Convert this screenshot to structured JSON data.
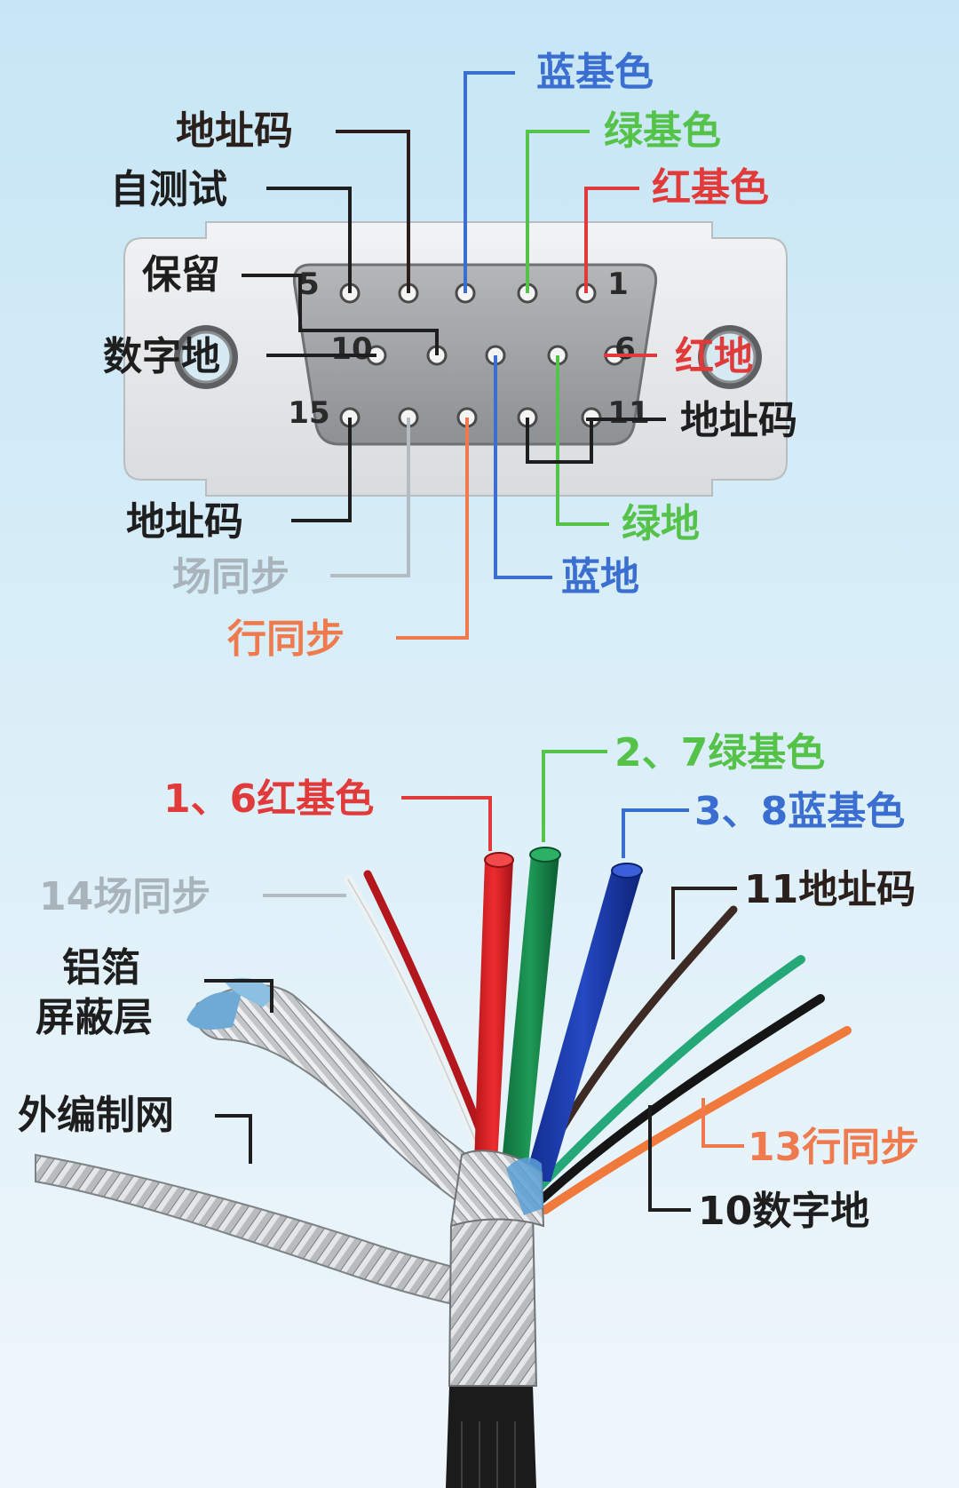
{
  "colors": {
    "black": "#1e1e1e",
    "blue": "#3a6fd1",
    "green": "#55c24a",
    "red": "#e13a3a",
    "gray": "#a8b3bb",
    "orange": "#ef7a4d",
    "brown": "#4a2b22",
    "white_wire": "#e9eef0"
  },
  "connector": {
    "pin_numbers": [
      "5",
      "1",
      "10",
      "6",
      "15",
      "11"
    ]
  },
  "connector_labels": {
    "top_address": "地址码",
    "self_test": "自测试",
    "reserved": "保留",
    "digital_ground": "数字地",
    "blue_base": "蓝基色",
    "green_base": "绿基色",
    "red_base": "红基色",
    "red_ground": "红地",
    "right_address": "地址码",
    "bottom_address": "地址码",
    "vsync": "场同步",
    "hsync": "行同步",
    "green_ground": "绿地",
    "blue_ground": "蓝地"
  },
  "cable_labels": {
    "red_16": "1、6红基色",
    "green_27": "2、7绿基色",
    "blue_38": "3、8蓝基色",
    "vsync_14": "14场同步",
    "foil_line1": "铝箔",
    "foil_line2": "屏蔽层",
    "address_11": "11地址码",
    "braid": "外编制网",
    "hsync_13": "13行同步",
    "digital_ground_10": "10数字地"
  }
}
